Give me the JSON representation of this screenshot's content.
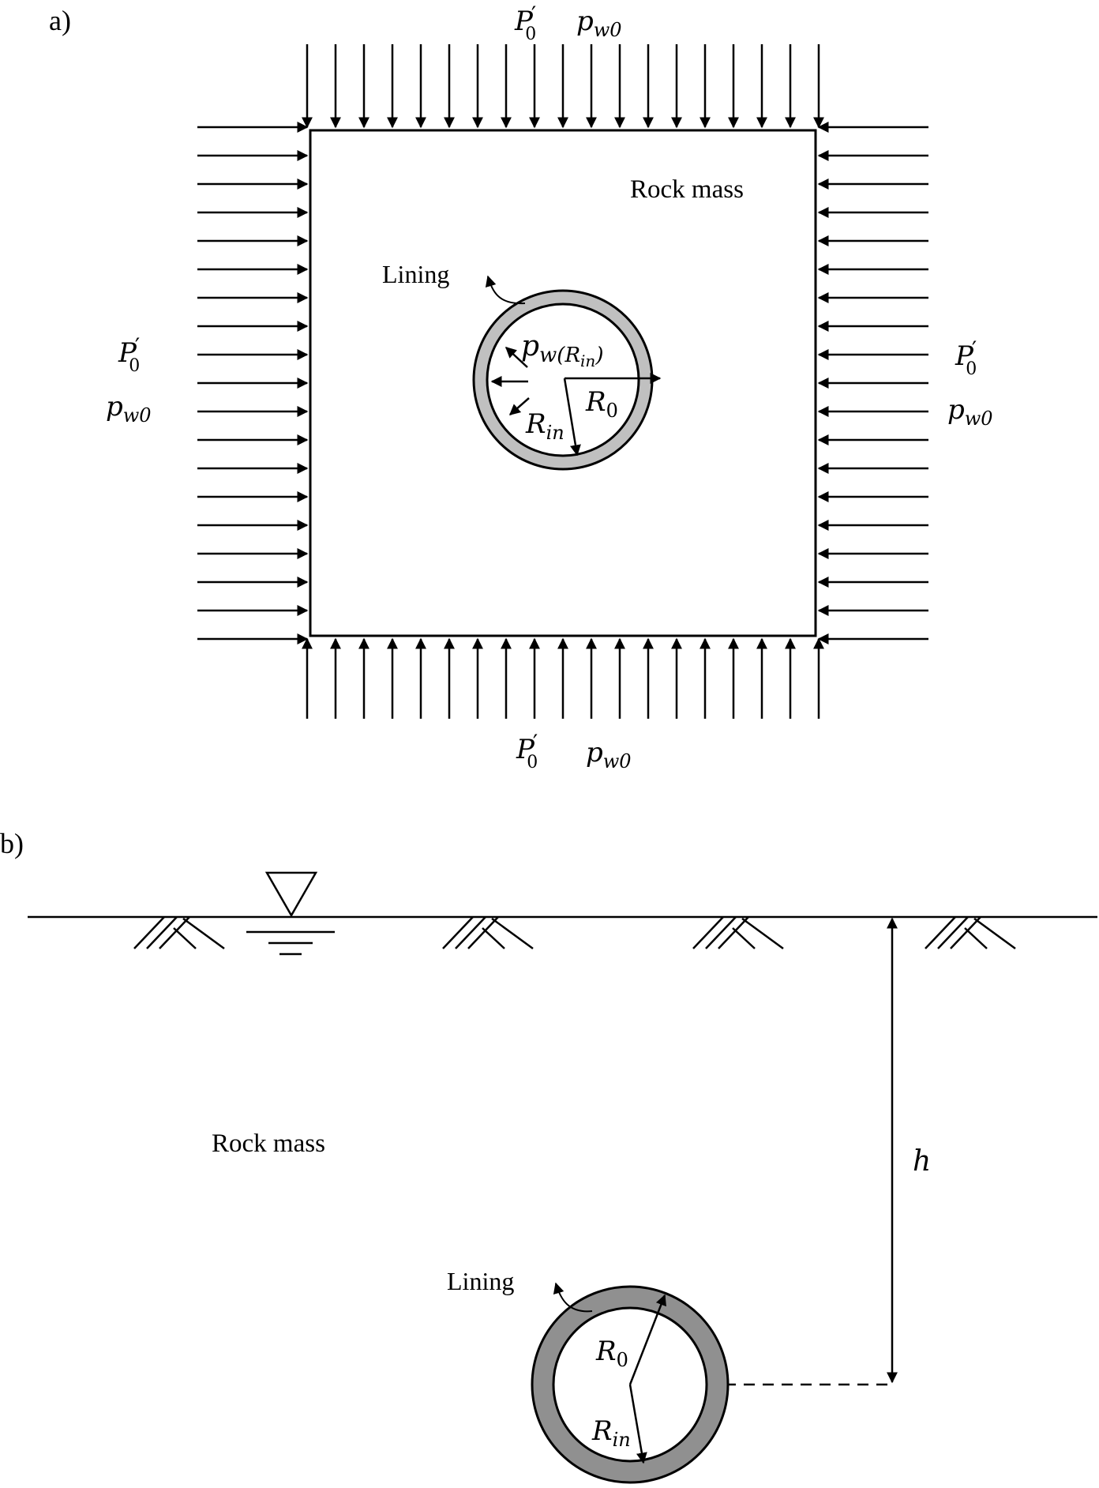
{
  "panel_a": {
    "panel_label": "a)",
    "region_label": "Rock mass",
    "lining_label": "Lining",
    "load_P_base": "P",
    "load_P_prime": "′",
    "load_P_sub": "0",
    "load_pw_base": "p",
    "load_pw_sub": "w0",
    "inner_pressure_base": "p",
    "inner_pressure_sub": "w(",
    "inner_pressure_subsub": "R",
    "inner_pressure_subsubsub": "in",
    "inner_pressure_close": ")",
    "r0_base": "R",
    "r0_sub": "0",
    "rin_base": "R",
    "rin_sub": "in"
  },
  "panel_b": {
    "panel_label": "b)",
    "region_label": "Rock mass",
    "lining_label": "Lining",
    "depth_label": "h",
    "r0_base": "R",
    "r0_sub": "0",
    "rin_base": "R",
    "rin_sub": "in"
  },
  "colors": {
    "stroke": "#000000",
    "lining_a": "#c0c0c0",
    "lining_b": "#909090"
  }
}
